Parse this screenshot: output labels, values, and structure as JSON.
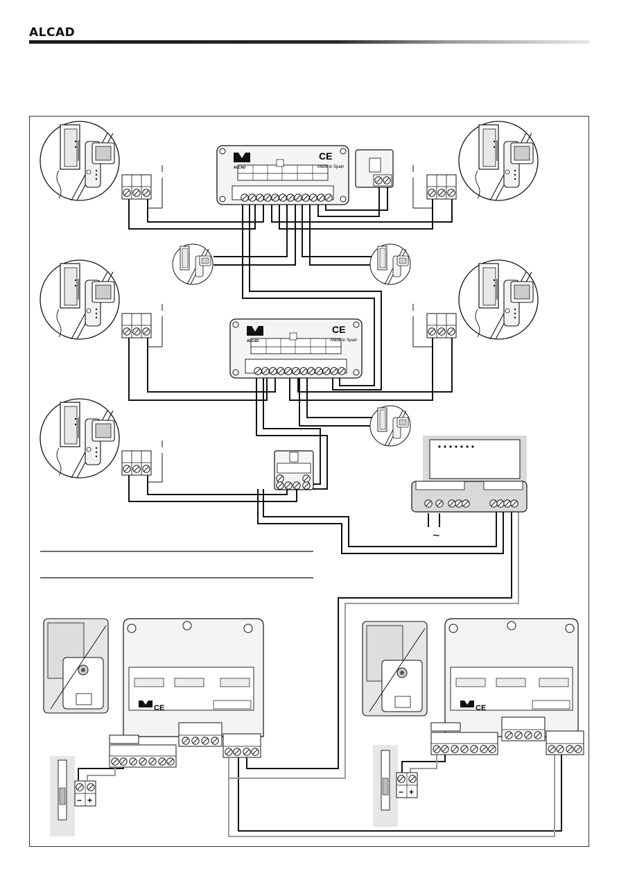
{
  "header": {
    "brand": "ALCAD"
  },
  "diagram": {
    "ce_mark": "CE",
    "made_in": "Made in Spain",
    "device_brand": "ALCAD",
    "ac_symbol": "~",
    "minus_sign": "−",
    "plus_sign": "+",
    "colors": {
      "wire_black": "#111111",
      "wire_grey": "#9a9a9a",
      "panel_fill": "#f4f4f4",
      "psu_fill": "#d9d9d9"
    }
  }
}
